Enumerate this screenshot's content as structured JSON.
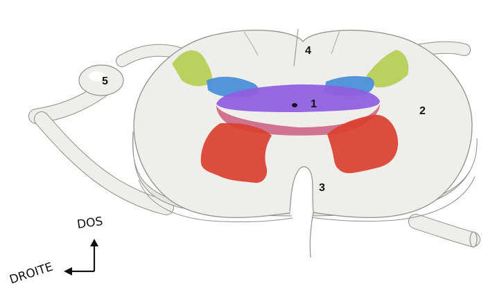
{
  "labels": {
    "l1": "1",
    "l2": "2",
    "l3": "3",
    "l4": "4",
    "l5": "5"
  },
  "orientation": {
    "up": "DOS",
    "left": "DROITE"
  },
  "colors": {
    "tissue": "#efeeea",
    "outline": "#8f8f8c",
    "yellow_green": "#b4cf57",
    "blue": "#4b8fd8",
    "violet": "#8f5fe0",
    "pink": "#cd6b8c",
    "red": "#d9402f"
  }
}
